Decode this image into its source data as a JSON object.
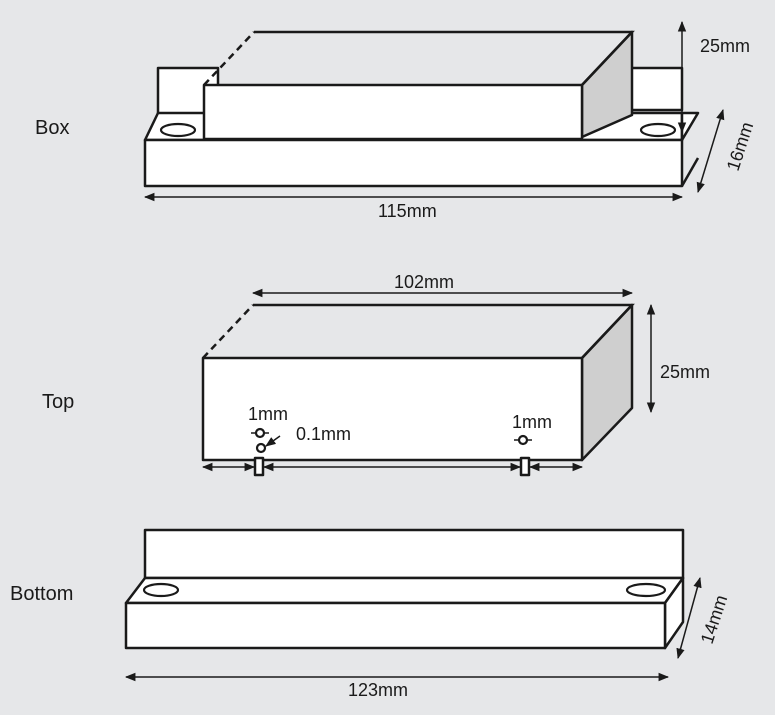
{
  "views": {
    "box": {
      "label": "Box",
      "length": "115mm",
      "height": "25mm",
      "depth": "16mm"
    },
    "top": {
      "label": "Top",
      "length": "102mm",
      "height": "25mm",
      "hole_left": "1mm",
      "gap": "0.1mm",
      "hole_right": "1mm"
    },
    "bottom": {
      "label": "Bottom",
      "length": "123mm",
      "depth": "14mm"
    }
  },
  "colors": {
    "background": "#e6e7e9",
    "outline": "#1a1a1a",
    "face": "#ffffff",
    "shaded_face": "#cfcfcf"
  }
}
